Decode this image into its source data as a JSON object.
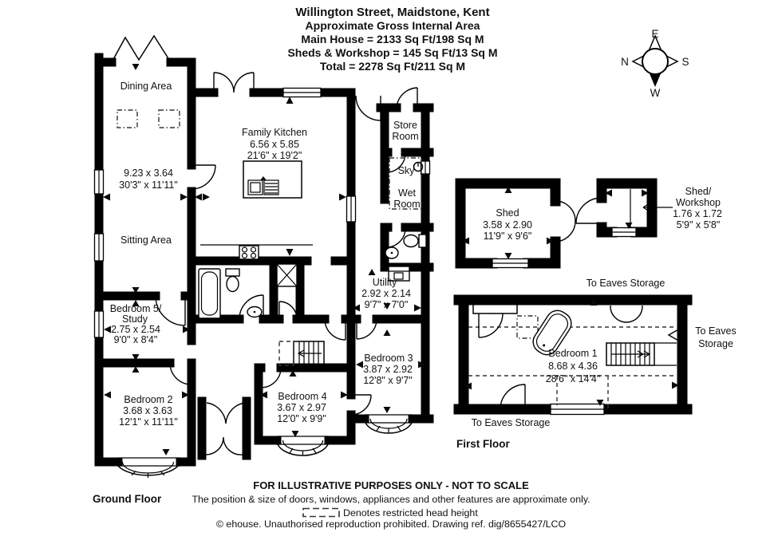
{
  "title": {
    "address": "Willington Street, Maidstone, Kent",
    "subtitle": "Approximate Gross Internal Area",
    "main_house": "Main House = 2133 Sq Ft/198 Sq M",
    "sheds_workshop": "Sheds & Workshop = 145 Sq Ft/13 Sq M",
    "total": "Total = 2278 Sq Ft/211 Sq M"
  },
  "compass": {
    "top": "E",
    "left": "N",
    "right": "S",
    "bottom": "W"
  },
  "ground_floor": {
    "label": "Ground Floor",
    "rooms": {
      "dining": {
        "name": "Dining Area"
      },
      "sitting": {
        "name": "Sitting Area"
      },
      "reception": {
        "size_m": "9.23 x 3.64",
        "size_ft": "30'3\" x 11'11\""
      },
      "kitchen": {
        "name": "Family Kitchen",
        "size_m": "6.56 x 5.85",
        "size_ft": "21'6\" x 19'2\""
      },
      "store": {
        "name_line1": "Store",
        "name_line2": "Room"
      },
      "sky": {
        "name": "Sky"
      },
      "wet_room": {
        "name_line1": "Wet",
        "name_line2": "Room"
      },
      "utility": {
        "name": "Utility",
        "size_m": "2.92 x 2.14",
        "size_ft": "9'7\" x 7'0\""
      },
      "bedroom3": {
        "name": "Bedroom 3",
        "size_m": "3.87 x 2.92",
        "size_ft": "12'8\" x 9'7\""
      },
      "bedroom5": {
        "name_line1": "Bedroom 5/",
        "name_line2": "Study",
        "size_m": "2.75 x 2.54",
        "size_ft": "9'0\" x 8'4\""
      },
      "bedroom2": {
        "name": "Bedroom 2",
        "size_m": "3.68 x 3.63",
        "size_ft": "12'1\" x 11'11\""
      },
      "bedroom4": {
        "name": "Bedroom 4",
        "size_m": "3.67 x 2.97",
        "size_ft": "12'0\" x 9'9\""
      }
    }
  },
  "outbuildings": {
    "shed": {
      "name": "Shed",
      "size_m": "3.58 x 2.90",
      "size_ft": "11'9\" x 9'6\""
    },
    "shed_workshop": {
      "name_line1": "Shed/",
      "name_line2": "Workshop",
      "size_m": "1.76 x 1.72",
      "size_ft": "5'9\" x 5'8\""
    }
  },
  "first_floor": {
    "label": "First Floor",
    "rooms": {
      "bedroom1": {
        "name": "Bedroom 1",
        "size_m": "8.68 x 4.36",
        "size_ft": "28'6\" x 14'4\""
      }
    },
    "eaves_top": "To Eaves Storage",
    "eaves_right_line1": "To Eaves",
    "eaves_right_line2": "Storage",
    "eaves_bottom": "To Eaves Storage"
  },
  "footer": {
    "line1": "FOR ILLUSTRATIVE PURPOSES ONLY - NOT TO SCALE",
    "line2": "The position & size of doors, windows, appliances and other features are approximate only.",
    "legend": "Denotes restricted head height",
    "line3": "© ehouse. Unauthorised reproduction prohibited. Drawing ref. dig/8655427/LCO"
  },
  "colors": {
    "ink": "#000000",
    "background": "#ffffff"
  }
}
